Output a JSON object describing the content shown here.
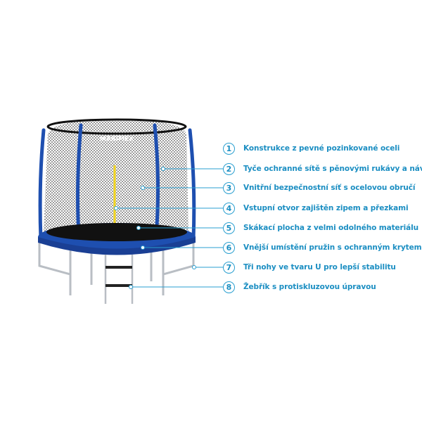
{
  "brand": "MARIMEX",
  "colors": {
    "accent": "#1b8ec2",
    "pad": "#1e4fb0",
    "net": "#111111",
    "zip": "#f2d51e",
    "frame": "#c8ccd0"
  },
  "features": [
    {
      "number": "1",
      "label": "Konstrukce z pevné pozinkované oceli"
    },
    {
      "number": "2",
      "label": "Tyče ochranné sítě s pěnovými rukávy a návleky"
    },
    {
      "number": "3",
      "label": "Vnitřní bezpečnostní síť s ocelovou obručí"
    },
    {
      "number": "4",
      "label": "Vstupní otvor zajištěn zipem a přezkami"
    },
    {
      "number": "5",
      "label": "Skákací plocha z velmi odolného materiálu"
    },
    {
      "number": "6",
      "label": "Vnější umístění pružin s ochranným krytem"
    },
    {
      "number": "7",
      "label": "Tři nohy ve tvaru U pro lepší stabilitu"
    },
    {
      "number": "8",
      "label": "Žebřík s protiskluzovou úpravou"
    }
  ]
}
